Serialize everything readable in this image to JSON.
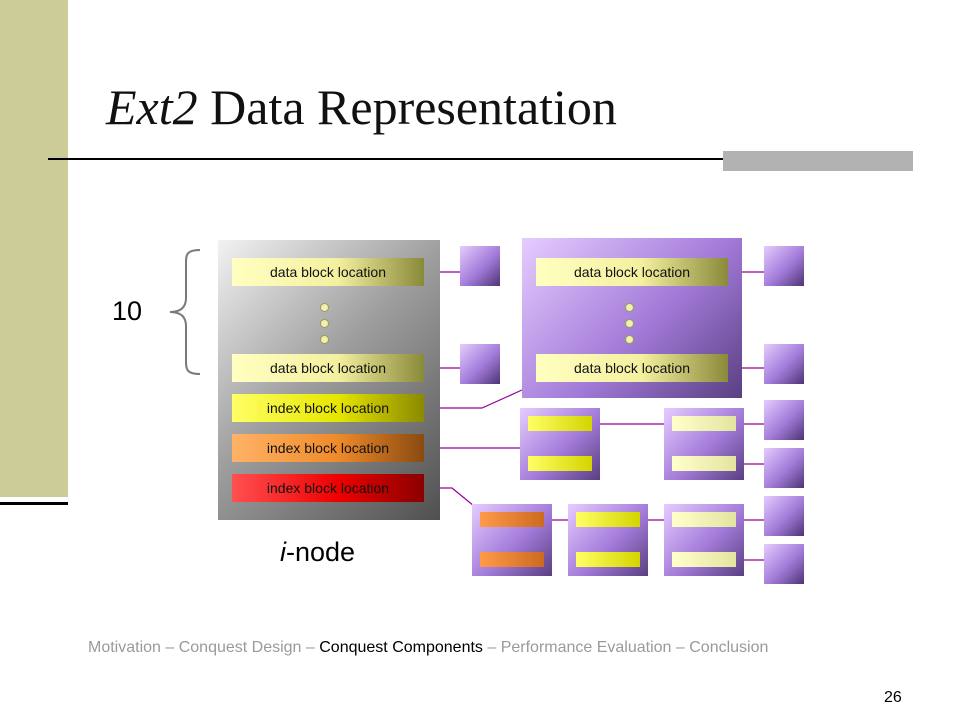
{
  "slide": {
    "title_italic": "Ext2",
    "title_rest": " Data Representation",
    "page_number": "26"
  },
  "diagram": {
    "count_label": "10",
    "inode_caption_italic": "i",
    "inode_caption_rest": "-node",
    "inode_fields": [
      "data block location",
      "data block location",
      "index block location",
      "index block location",
      "index block location"
    ],
    "index_block_fields": [
      "data block location",
      "data block location"
    ]
  },
  "footer": {
    "part1": "Motivation – Conquest Design – ",
    "part2": "Conquest Components",
    "part3": " – Performance Evaluation – Conclusion"
  },
  "colors": {
    "sidebar": "#cccc99",
    "block_purple": "#a37bd9",
    "link_line": "#990099",
    "index_yellow": "#e6e600",
    "index_orange": "#ef8a2a",
    "index_red": "#ee0000"
  }
}
